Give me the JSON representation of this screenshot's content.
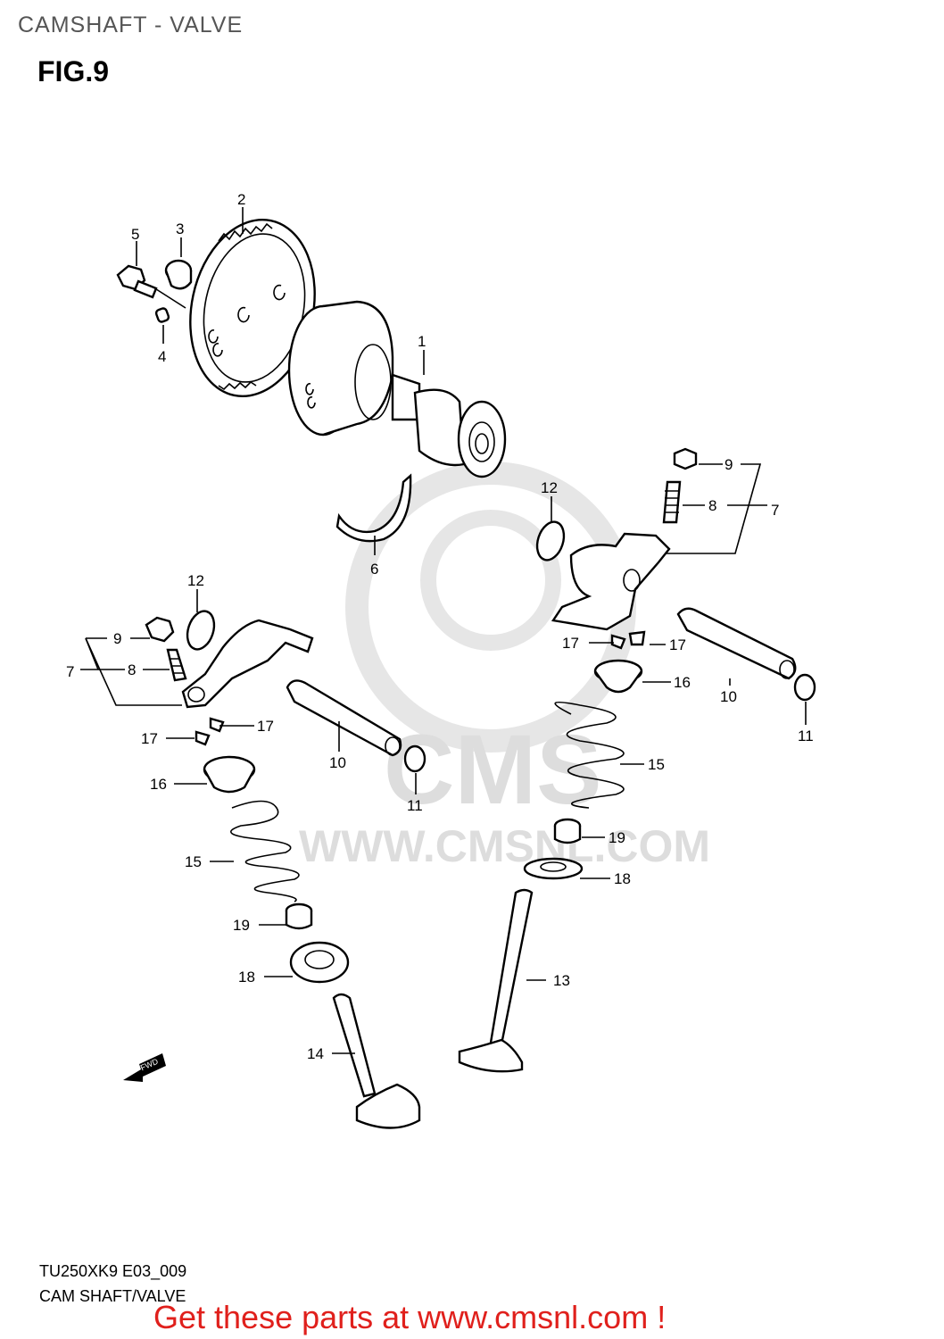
{
  "header": {
    "title": "CAMSHAFT - VALVE",
    "figure": "FIG.9"
  },
  "footer": {
    "code": "TU250XK9 E03_009",
    "caption": "CAM SHAFT/VALVE",
    "cta": "Get these parts at www.cmsnl.com !"
  },
  "watermark": {
    "brand": "CMS",
    "url": "WWW.CMSNL.COM"
  },
  "fwd_label": "FWD",
  "callouts": [
    {
      "id": "c1",
      "label": "1"
    },
    {
      "id": "c2",
      "label": "2"
    },
    {
      "id": "c3",
      "label": "3"
    },
    {
      "id": "c4",
      "label": "4"
    },
    {
      "id": "c5",
      "label": "5"
    },
    {
      "id": "c6",
      "label": "6"
    },
    {
      "id": "c7r",
      "label": "7"
    },
    {
      "id": "c8r",
      "label": "8"
    },
    {
      "id": "c9r",
      "label": "9"
    },
    {
      "id": "c12r",
      "label": "12"
    },
    {
      "id": "c17ra",
      "label": "17"
    },
    {
      "id": "c17rb",
      "label": "17"
    },
    {
      "id": "c16r",
      "label": "16"
    },
    {
      "id": "c10r",
      "label": "10"
    },
    {
      "id": "c11r",
      "label": "11"
    },
    {
      "id": "c15r",
      "label": "15"
    },
    {
      "id": "c19r",
      "label": "19"
    },
    {
      "id": "c18r",
      "label": "18"
    },
    {
      "id": "c13",
      "label": "13"
    },
    {
      "id": "c12l",
      "label": "12"
    },
    {
      "id": "c9l",
      "label": "9"
    },
    {
      "id": "c7l",
      "label": "7"
    },
    {
      "id": "c8l",
      "label": "8"
    },
    {
      "id": "c17la",
      "label": "17"
    },
    {
      "id": "c17lb",
      "label": "17"
    },
    {
      "id": "c10l",
      "label": "10"
    },
    {
      "id": "c11l",
      "label": "11"
    },
    {
      "id": "c16l",
      "label": "16"
    },
    {
      "id": "c15l",
      "label": "15"
    },
    {
      "id": "c19l",
      "label": "19"
    },
    {
      "id": "c18l",
      "label": "18"
    },
    {
      "id": "c14",
      "label": "14"
    }
  ]
}
